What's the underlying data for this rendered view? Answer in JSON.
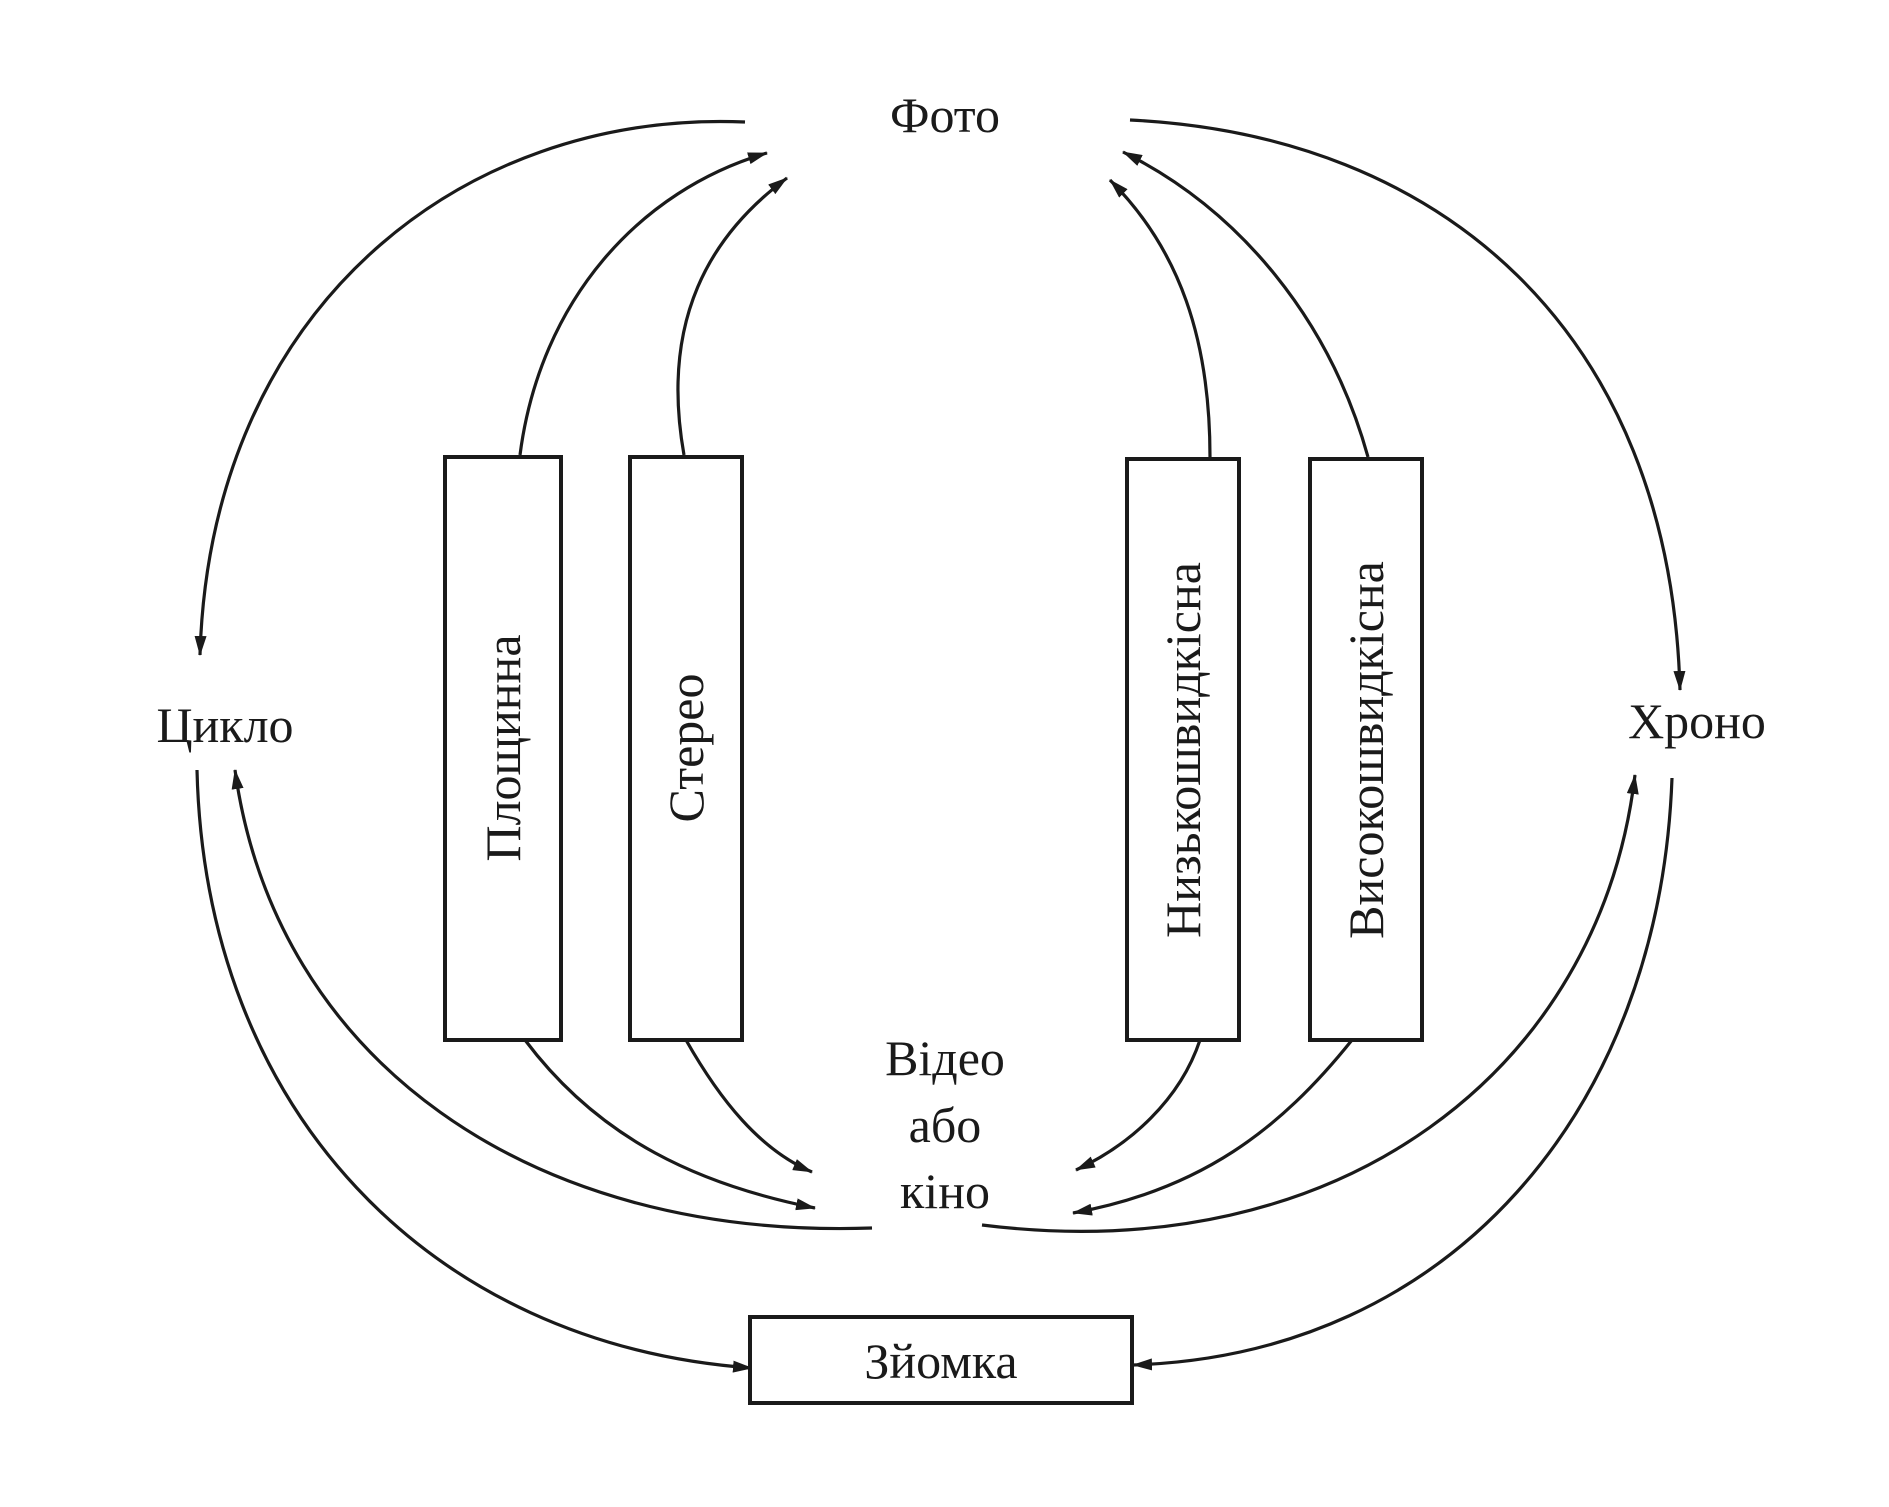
{
  "nodes": {
    "foto": "Фото",
    "cyclo": "Цикло",
    "chrono": "Хроно",
    "video": [
      "Відео",
      "або",
      "кіно"
    ],
    "shooting": "Зйомка"
  },
  "methods": {
    "planar": "Площинна",
    "stereo": "Стерео",
    "low_speed": "Низькошвидкісна",
    "high_speed": "Високошвидкісна"
  },
  "colors": {
    "ink": "#1a1a1a",
    "background": "#ffffff"
  }
}
